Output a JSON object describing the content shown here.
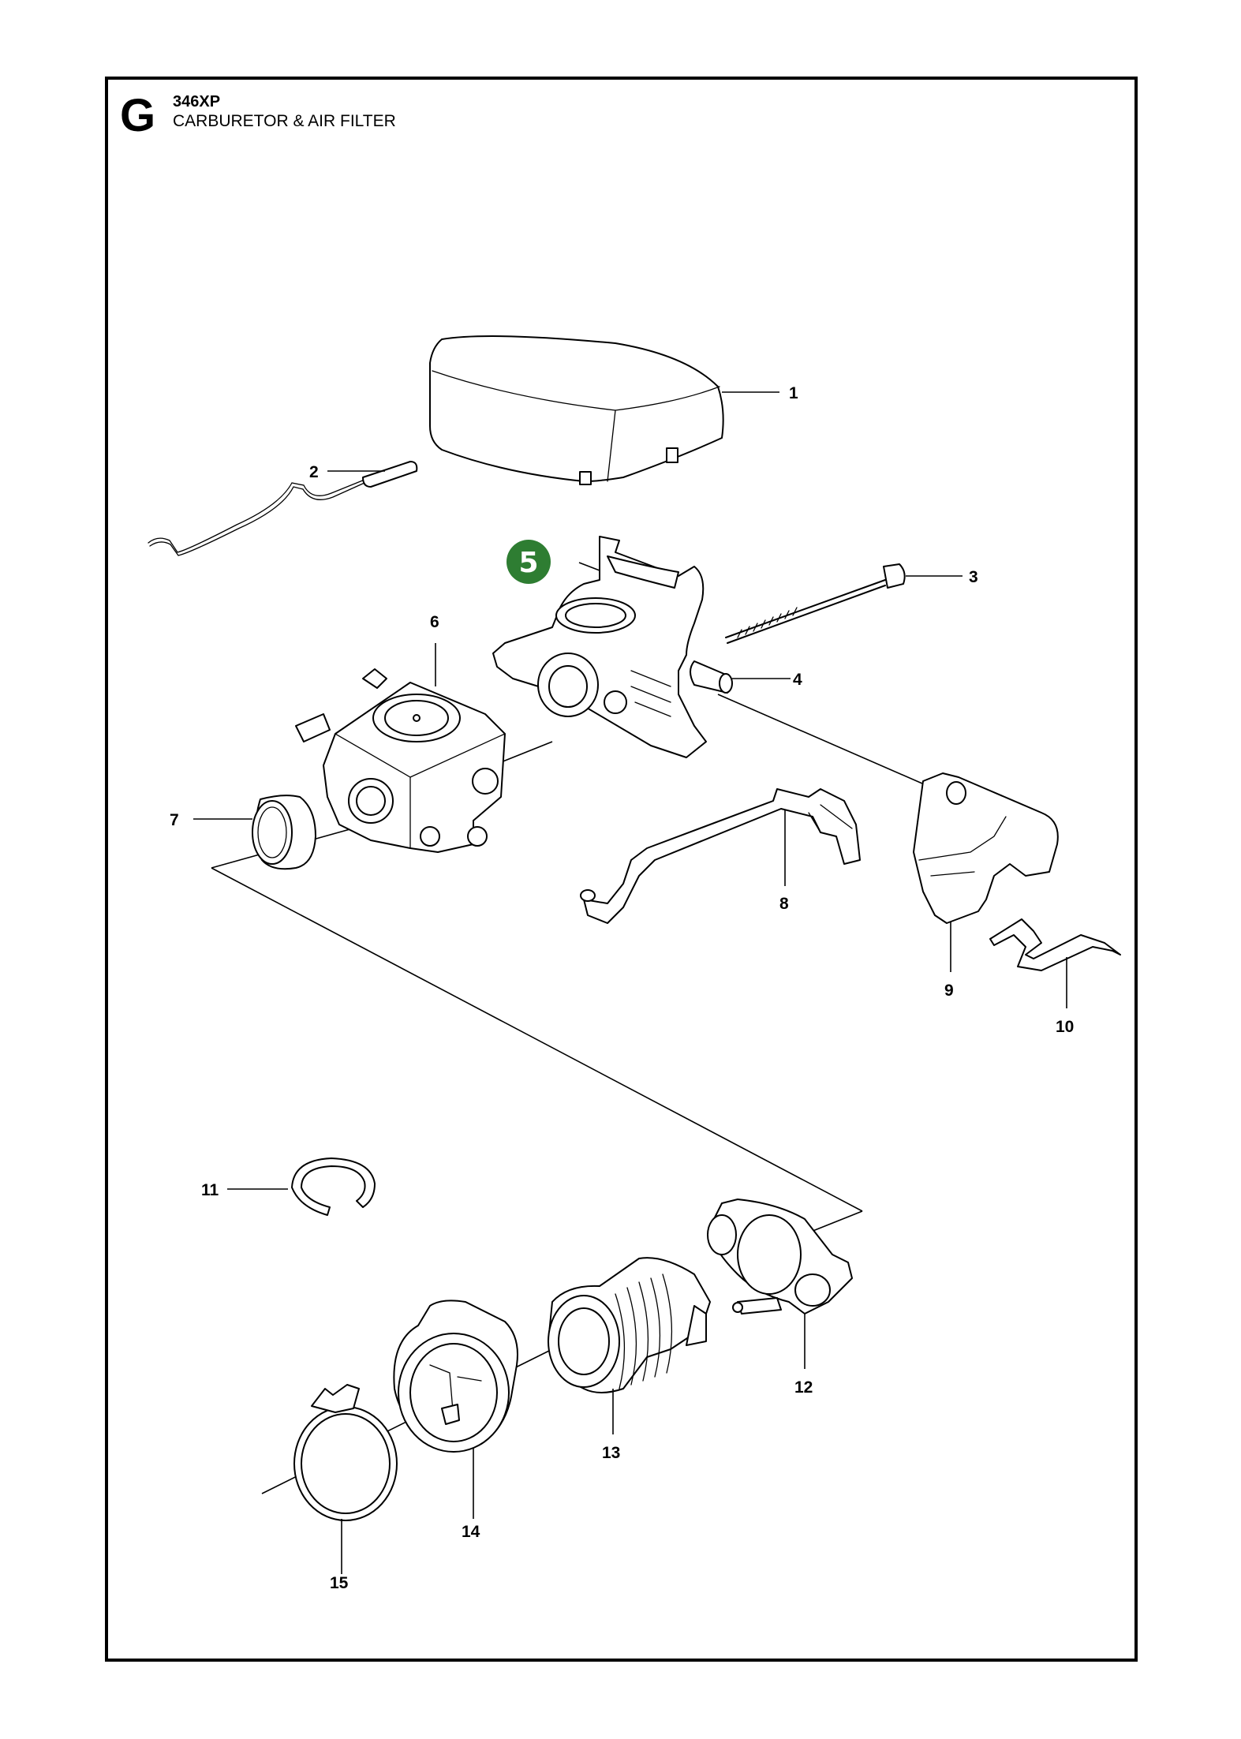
{
  "header": {
    "section_letter": "G",
    "model": "346XP",
    "title": "CARBURETOR & AIR FILTER"
  },
  "highlight": {
    "part_number": "5",
    "color": "#2e7d32"
  },
  "callouts": [
    "1",
    "2",
    "3",
    "4",
    "6",
    "7",
    "8",
    "9",
    "10",
    "11",
    "12",
    "13",
    "14",
    "15"
  ],
  "parts": [
    {
      "id": "1",
      "icon": "air-filter-cover-icon"
    },
    {
      "id": "2",
      "icon": "choke-rod-icon"
    },
    {
      "id": "3",
      "icon": "bolt-icon"
    },
    {
      "id": "4",
      "icon": "sleeve-icon"
    },
    {
      "id": "5",
      "icon": "carburetor-holder-icon"
    },
    {
      "id": "6",
      "icon": "carburetor-icon"
    },
    {
      "id": "7",
      "icon": "gasket-ring-icon"
    },
    {
      "id": "8",
      "icon": "throttle-link-icon"
    },
    {
      "id": "9",
      "icon": "bracket-icon"
    },
    {
      "id": "10",
      "icon": "spring-icon"
    },
    {
      "id": "11",
      "icon": "snap-ring-icon"
    },
    {
      "id": "12",
      "icon": "clamp-icon"
    },
    {
      "id": "13",
      "icon": "intake-bellows-icon"
    },
    {
      "id": "14",
      "icon": "intake-adapter-icon"
    },
    {
      "id": "15",
      "icon": "hose-clamp-icon"
    }
  ]
}
